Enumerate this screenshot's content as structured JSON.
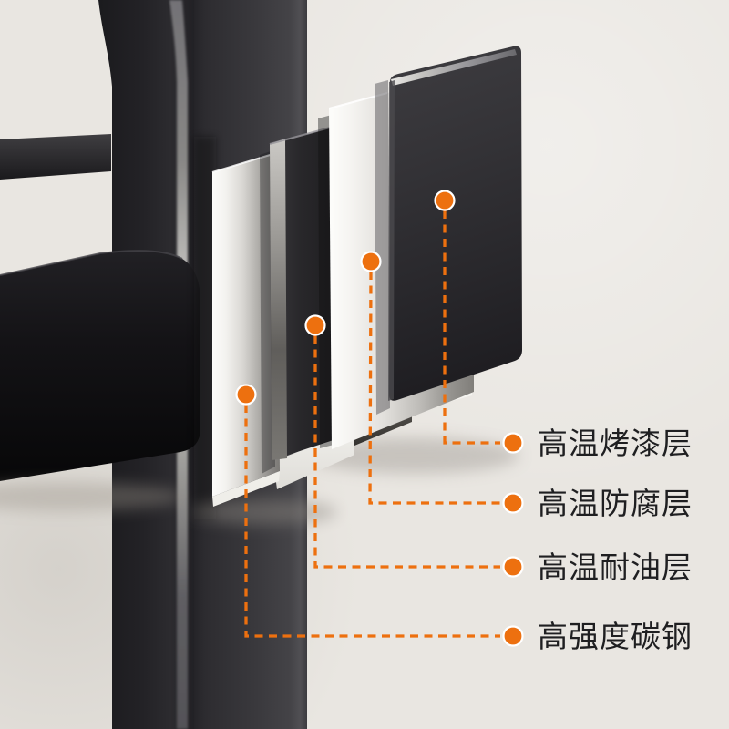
{
  "diagram": {
    "background": "#E9E6E1",
    "accent": "#ED700F",
    "text_color": "#1F1F21",
    "panel_dark_color": "#232226",
    "panel_light_color": "#F5F4F1",
    "callouts": [
      {
        "id": "paint-layer",
        "label": "高温烤漆层"
      },
      {
        "id": "anticorrosion-layer",
        "label": "高温防腐层"
      },
      {
        "id": "oil-resistant-layer",
        "label": "高温耐油层"
      },
      {
        "id": "carbon-steel",
        "label": "高强度碳钢"
      }
    ]
  }
}
